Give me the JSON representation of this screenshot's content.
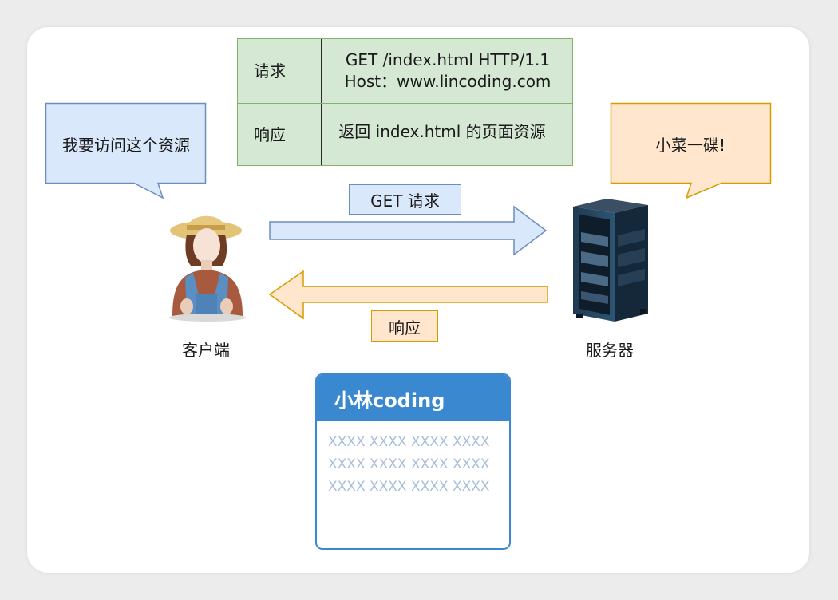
{
  "table": {
    "rows": [
      {
        "key": "请求",
        "value_lines": [
          "GET /index.html HTTP/1.1",
          "Host：www.lincoding.com"
        ]
      },
      {
        "key": "响应",
        "value_lines": [
          "返回 index.html 的页面资源"
        ]
      }
    ]
  },
  "client": {
    "bubble": "我要访问这个资源",
    "label": "客户端",
    "icon": "farmer-person-icon"
  },
  "server": {
    "bubble": "小菜一碟!",
    "label": "服务器",
    "icon": "server-rack-icon"
  },
  "arrows": {
    "request_label": "GET 请求",
    "response_label": "响应"
  },
  "widget": {
    "title": "小林coding",
    "lines": [
      "XXXX XXXX XXXX XXXX",
      "XXXX XXXX XXXX XXXX",
      "XXXX XXXX XXXX XXXX"
    ]
  },
  "colors": {
    "table_fill": "#d5e8d4",
    "table_border": "#82b366",
    "client_bubble_fill": "#dae8fc",
    "client_bubble_border": "#6c8ebf",
    "server_bubble_fill": "#ffe6cc",
    "server_bubble_border": "#d79b00",
    "request_arrow_fill": "#dae8fc",
    "response_arrow_fill": "#ffe6cc",
    "widget_accent": "#3a88cf"
  }
}
